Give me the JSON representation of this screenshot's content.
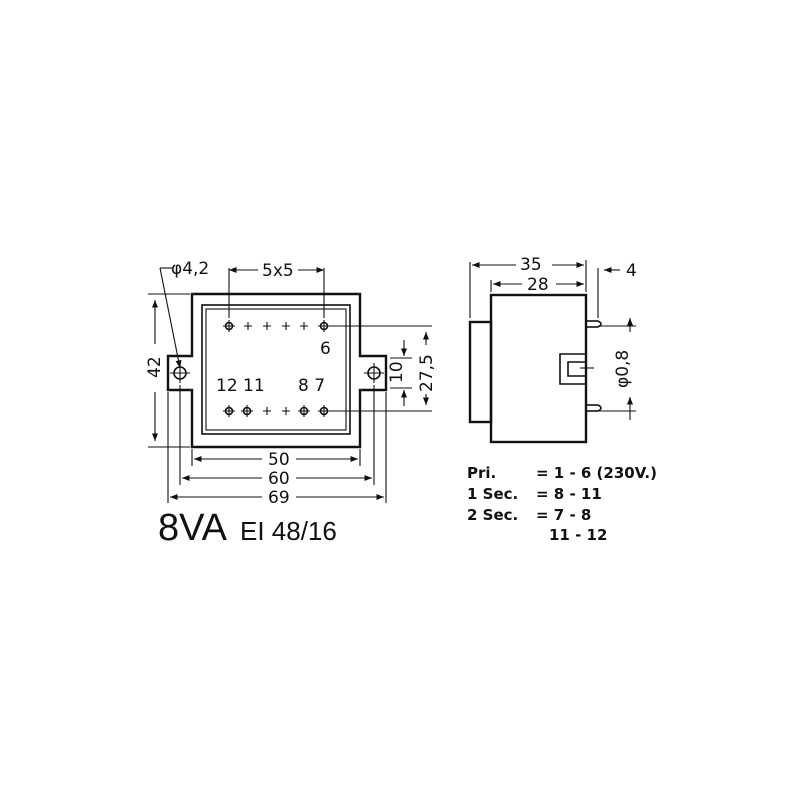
{
  "front_view": {
    "hole_label": "φ4,2",
    "pitch_label": "5x5",
    "pin_label_6": "6",
    "pin_label_12_11": "12 11",
    "pin_label_8_7": "8 7",
    "dim_height": "42",
    "dim_mount": "10",
    "dim_pin_span": "27,5",
    "dim_width_inner": "50",
    "dim_width_mid": "60",
    "dim_width_outer": "69"
  },
  "side_view": {
    "dim_depth": "35",
    "dim_body": "28",
    "dim_pin_offset": "4",
    "dim_pin_dia": "φ0,8"
  },
  "rating": {
    "power": "8VA",
    "core": "EI 48/16"
  },
  "connections": [
    {
      "label": "Pri.",
      "value": "= 1 - 6 (230V.)"
    },
    {
      "label": "1 Sec.",
      "value": "= 8 - 11"
    },
    {
      "label": "2 Sec.",
      "value": "= 7 - 8"
    },
    {
      "label": "",
      "value": "11 - 12"
    }
  ]
}
